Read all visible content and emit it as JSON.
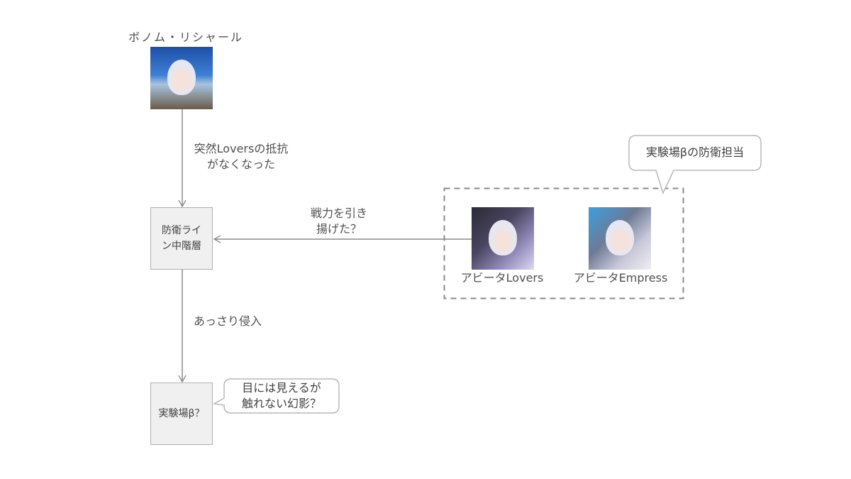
{
  "nodes": {
    "bonhomme": {
      "label": "ボノム・リシャール"
    },
    "defense_line": {
      "label_line1": "防衛ライ",
      "label_line2": "ン中階層"
    },
    "lab_beta": {
      "label": "実験場β？"
    },
    "lovers": {
      "label": "アビータLovers"
    },
    "empress": {
      "label": "アビータEmpress"
    }
  },
  "edges": {
    "bonhomme_to_defense": {
      "line1": "突然Loversの抵抗",
      "line2": "がなくなった"
    },
    "lovers_to_defense": {
      "line1": "戦力を引き",
      "line2": "揚げた？"
    },
    "defense_to_lab": {
      "label": "あっさり侵入"
    }
  },
  "callouts": {
    "lab_note": {
      "line1": "目には見えるが",
      "line2": "触れない幻影？"
    },
    "group_note": {
      "label": "実験場βの防衛担当"
    }
  },
  "colors": {
    "line": "#8a8a8a",
    "box_fill": "#f0f0f0",
    "box_border": "#b0b0b0",
    "text": "#505050"
  }
}
